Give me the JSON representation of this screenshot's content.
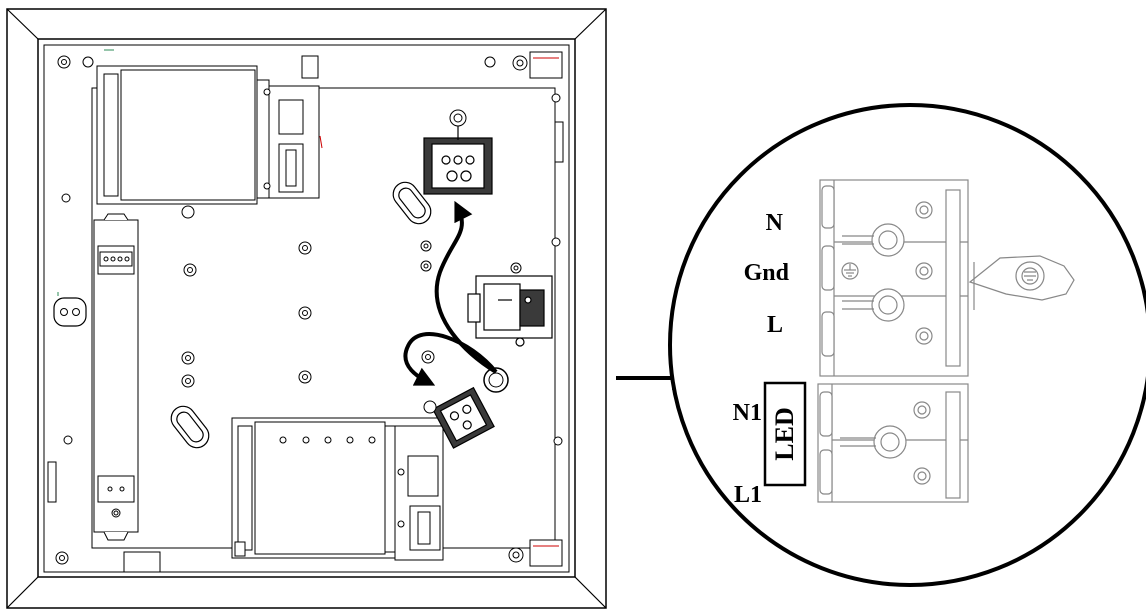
{
  "diagram": {
    "terminal_labels": {
      "n": "N",
      "gnd": "Gnd",
      "l": "L",
      "n1": "N1",
      "l1": "L1"
    },
    "led_label": "LED"
  },
  "colors": {
    "line": "#000000",
    "part_fill": "#ffffff",
    "terminal_stroke": "#888888",
    "screw_marks": "#cc0000",
    "green_marks": "#2e8b57"
  },
  "icons": {
    "pointer_arrow": "arrow-right-icon",
    "ground_symbol": "ground-icon",
    "screw": "screw-icon"
  }
}
